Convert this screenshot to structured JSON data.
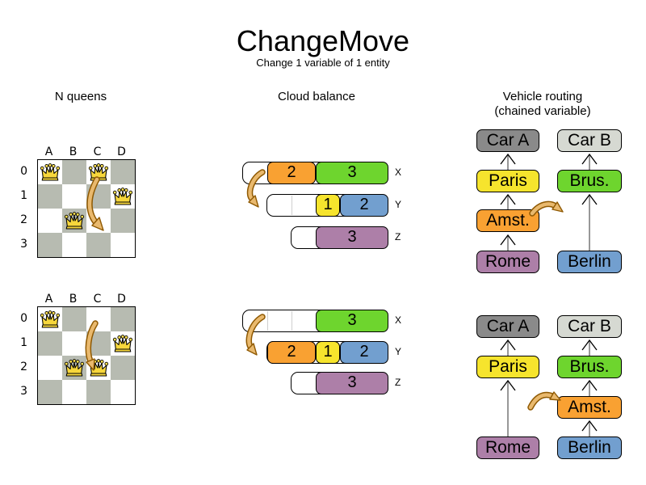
{
  "title": "ChangeMove",
  "subtitle": "Change 1 variable of 1 entity",
  "columns": [
    {
      "title": "N queens"
    },
    {
      "title": "Cloud balance"
    },
    {
      "title": "Vehicle routing",
      "subtitle": "(chained variable)"
    }
  ],
  "nqueens": {
    "col_labels": [
      "A",
      "B",
      "C",
      "D"
    ],
    "row_labels": [
      "0",
      "1",
      "2",
      "3"
    ],
    "before": {
      "queens": [
        "A0",
        "C0",
        "D1",
        "B2"
      ]
    },
    "after": {
      "queens": [
        "A0",
        "D1",
        "B2",
        "C2"
      ]
    },
    "move": {
      "from": "C0",
      "to": "C2"
    }
  },
  "cloud": {
    "before": {
      "rows": [
        {
          "label": "X",
          "blocks": [
            {
              "value": "2",
              "color": "orange"
            },
            {
              "value": "3",
              "color": "green"
            }
          ]
        },
        {
          "label": "Y",
          "blocks": [
            {
              "value": "1",
              "color": "yellow"
            },
            {
              "value": "2",
              "color": "blue"
            }
          ]
        },
        {
          "label": "Z",
          "blocks": [
            {
              "value": "3",
              "color": "purple"
            }
          ]
        }
      ]
    },
    "after": {
      "rows": [
        {
          "label": "X",
          "blocks": [
            {
              "value": "3",
              "color": "green"
            }
          ]
        },
        {
          "label": "Y",
          "blocks": [
            {
              "value": "2",
              "color": "orange"
            },
            {
              "value": "1",
              "color": "yellow"
            },
            {
              "value": "2",
              "color": "blue"
            }
          ]
        },
        {
          "label": "Z",
          "blocks": [
            {
              "value": "3",
              "color": "purple"
            }
          ]
        }
      ]
    },
    "move": {
      "entity": "2",
      "from": "X",
      "to": "Y"
    }
  },
  "vehicle": {
    "before": {
      "left": [
        "Car A",
        "Paris",
        "Amst.",
        "Rome"
      ],
      "right": [
        "Car B",
        "Brus.",
        "Berlin"
      ]
    },
    "after": {
      "left": [
        "Car A",
        "Paris",
        "Rome"
      ],
      "right": [
        "Car B",
        "Brus.",
        "Amst.",
        "Berlin"
      ]
    },
    "move": {
      "entity": "Amst.",
      "from": "Car A chain",
      "to": "Car B chain"
    }
  },
  "colors": {
    "orange": "#f9a132",
    "green": "#6ed52e",
    "yellow": "#f6e42d",
    "blue": "#729fcf",
    "purple": "#ad7fa8",
    "car_a": "#8a8a8a",
    "car_b": "#d6d9d2",
    "board_gray": "#b7bbb1",
    "move_arrow_fill": "#e9b96e",
    "move_arrow_outline": "#8f5902"
  }
}
